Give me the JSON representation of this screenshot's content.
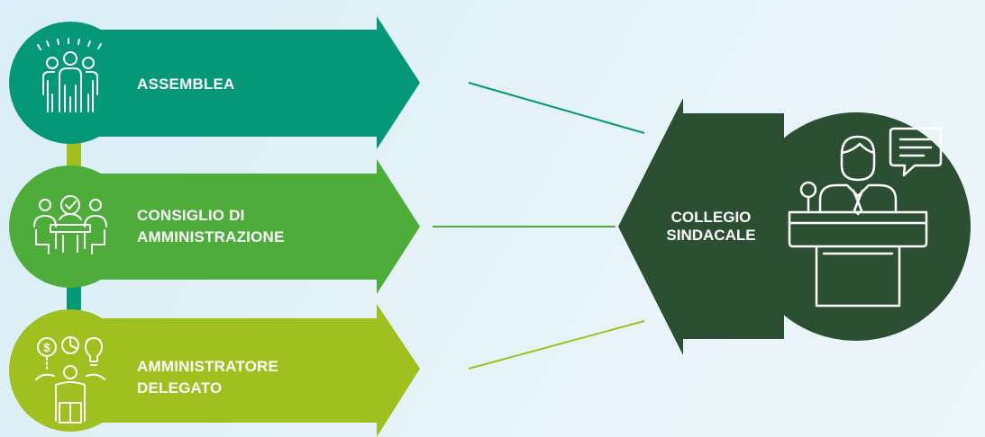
{
  "colors": {
    "assemblea": "#049879",
    "consiglio": "#4eac3b",
    "amministratore": "#a0c01f",
    "collegio": "#2c4f33",
    "connector_top": "#a0c01f",
    "connector_mid": "#049879"
  },
  "nodes": [
    {
      "id": "assemblea",
      "lines": [
        "ASSEMBLEA"
      ],
      "icon": "people-group-icon"
    },
    {
      "id": "consiglio",
      "lines": [
        "CONSIGLIO DI",
        "AMMINISTRAZIONE"
      ],
      "icon": "meeting-table-icon"
    },
    {
      "id": "amministratore",
      "lines": [
        "AMMINISTRATORE",
        "DELEGATO"
      ],
      "icon": "manager-ideas-icon"
    }
  ],
  "collegio": {
    "lines": [
      "COLLEGIO",
      "SINDACALE"
    ],
    "icon": "speaker-podium-icon"
  }
}
